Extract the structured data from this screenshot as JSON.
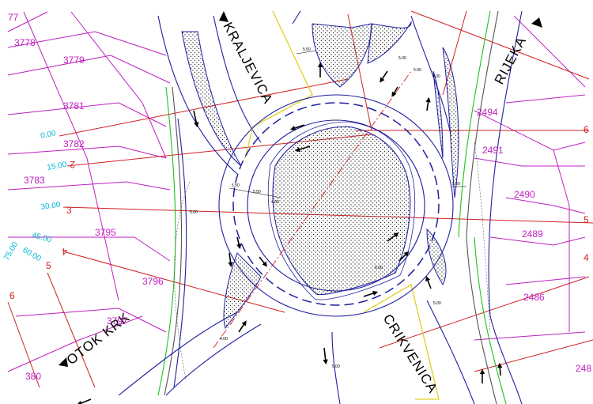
{
  "roads": {
    "kraljevica": "KRALJEVICA",
    "rijeka": "RIJEKA",
    "crikvenica": "CRIKVENICA",
    "otok_krk": "OTOK KRK"
  },
  "parcels_left": [
    "77",
    "3778",
    "3779",
    "3781",
    "3782",
    "3783",
    "3795",
    "3796",
    "3797",
    "380"
  ],
  "parcels_right": [
    "2494",
    "2491",
    "2490",
    "2489",
    "2486",
    "248"
  ],
  "section_numbers": [
    "2",
    "3",
    "4",
    "5",
    "6",
    "4",
    "5",
    "6"
  ],
  "chainages": [
    "0.00",
    "15.00",
    "30.00",
    "45.00",
    "60.00",
    "75.00"
  ],
  "dimensions": [
    "5.50",
    "5.50",
    "5.50",
    "5.00",
    "5.50",
    "5.00",
    "5.00",
    "4.00",
    "4.00",
    "5.00",
    "4.00",
    "5.00",
    "5.00"
  ],
  "colors": {
    "parcel_line": "#c020c0",
    "section_line": "#d02020",
    "road_edge": "#2020a0",
    "green_edge": "#20c020",
    "yellow_edge": "#e0d020",
    "cyan_text": "#00b8d8"
  }
}
